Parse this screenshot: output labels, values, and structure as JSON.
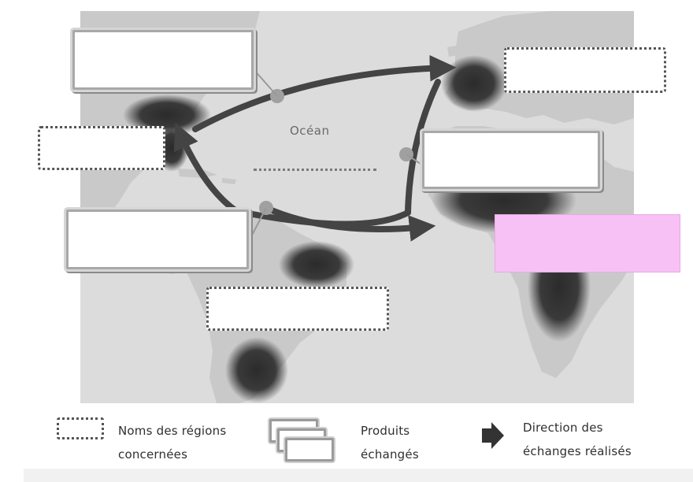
{
  "map": {
    "ocean_label": "Océan"
  },
  "legend": {
    "regions_line1": "Noms des régions",
    "regions_line2": "concernées",
    "products_line1": "Produits",
    "products_line2": "échangés",
    "direction_line1": "Direction des",
    "direction_line2": "échanges réalisés"
  },
  "colors": {
    "ocean": "#dcdcdc",
    "land": "#c9c9c9",
    "highlight_region": "#3a3a3a",
    "arrow": "#444444",
    "highlight_box": "#f7c1f6"
  },
  "icons": [
    "dotted-box-icon",
    "stacked-boxes-icon",
    "arrow-right-icon"
  ]
}
